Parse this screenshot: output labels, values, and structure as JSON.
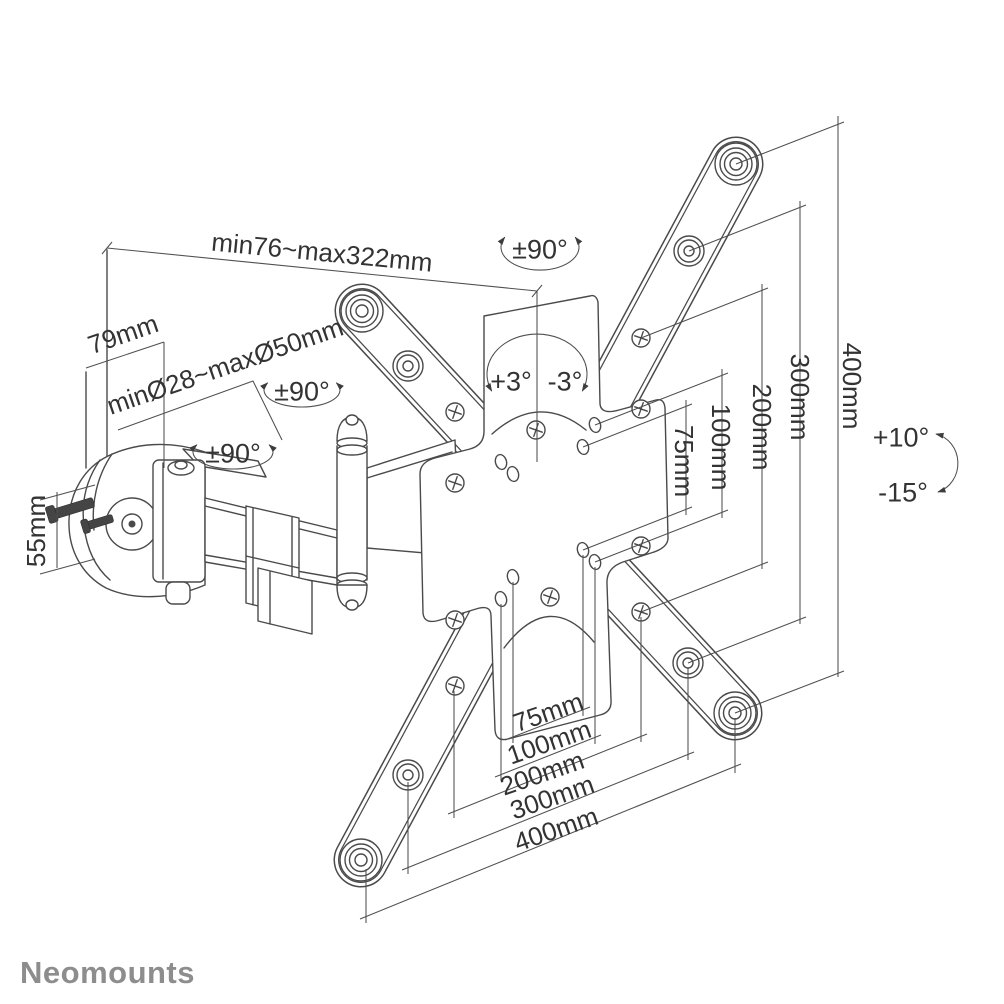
{
  "brand": "Neomounts",
  "annotations": {
    "arm_extension": "min76~max322mm",
    "clamp_offset": "79mm",
    "pole_diameter": "minØ28~maxØ50mm",
    "swivel_range": "±90°",
    "level_plus": "+3°",
    "level_minus": "-3°",
    "clamp_height": "55mm",
    "tilt_up": "+10°",
    "tilt_down": "-15°",
    "vesa_vertical": [
      "75mm",
      "100mm",
      "200mm",
      "300mm",
      "400mm"
    ],
    "vesa_horizontal": [
      "75mm",
      "100mm",
      "200mm",
      "300mm",
      "400mm"
    ]
  },
  "colors": {
    "line": "#4a4a4a",
    "text": "#333333",
    "bolt": "#454545",
    "logo": "#8d8d8d",
    "background": "#ffffff"
  }
}
